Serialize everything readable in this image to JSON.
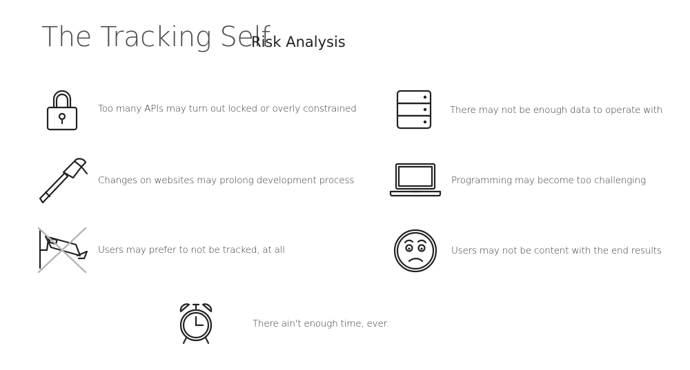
{
  "header": {
    "title": "The Tracking Self",
    "subtitle": "Risk Analysis"
  },
  "risks": [
    {
      "icon": "padlock-icon",
      "text": "Too many APIs may turn out locked or overly constrained"
    },
    {
      "icon": "database-icon",
      "text": "There may not be enough data to operate with"
    },
    {
      "icon": "hammer-icon",
      "text": "Changes on websites may prolong development process"
    },
    {
      "icon": "laptop-icon",
      "text": "Programming may become too challenging"
    },
    {
      "icon": "crossed-camera-icon",
      "text": "Users may prefer to not be tracked, at all"
    },
    {
      "icon": "worried-face-icon",
      "text": "Users may not be content with the end results"
    },
    {
      "icon": "alarm-clock-icon",
      "text": "There ain't enough time, ever."
    }
  ]
}
